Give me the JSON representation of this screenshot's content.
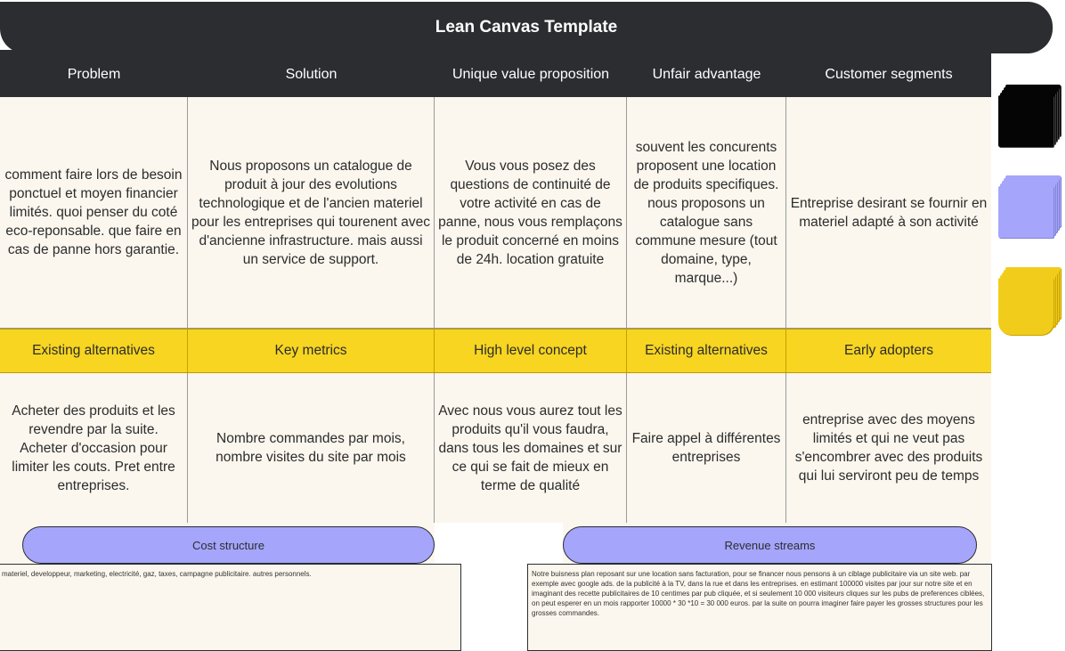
{
  "title": "Lean Canvas Template",
  "headers": [
    "Problem",
    "Solution",
    "Unique value proposition",
    "Unfair advantage",
    "Customer segments"
  ],
  "row1": [
    "comment faire lors de besoin ponctuel et moyen financier limités. quoi penser du coté eco-reponsable. que faire en cas de panne hors garantie.",
    "Nous proposons un catalogue de produit à jour des evolutions technologique et de l'ancien materiel pour les entreprises qui tourenent avec d'ancienne infrastructure. mais aussi un service de support.",
    "Vous vous posez des questions de continuité de votre activité en cas de panne, nous vous remplaçons le produit concerné en moins de 24h. location gratuite",
    "souvent les concurents proposent une location de produits specifiques. nous proposons un catalogue sans commune mesure (tout domaine, type, marque...)",
    "Entreprise desirant se fournir en materiel adapté à son activité"
  ],
  "subheaders": [
    "Existing alternatives",
    "Key metrics",
    "High level concept",
    "Existing alternatives",
    "Early adopters"
  ],
  "row2": [
    "Acheter des produits et les revendre par la suite. Acheter d'occasion pour limiter les couts. Pret entre entreprises.",
    "Nombre commandes par mois, nombre visites du site par mois",
    "Avec nous vous aurez tout les produits qu'il vous faudra, dans tous les domaines et sur ce qui se fait de mieux en terme de qualité",
    "Faire appel à différentes entreprises",
    "entreprise avec des moyens limités et qui ne veut pas s'encombrer avec des produits qui lui serviront peu de temps"
  ],
  "cost": {
    "label": "Cost structure",
    "text": "materiel, developpeur, marketing, electricité, gaz, taxes, campagne publicitaire. autres personnels."
  },
  "revenue": {
    "label": "Revenue streams",
    "text": "Notre buisness plan reposant sur une location sans facturation, pour se financer nous pensons à un ciblage publicitaire via un site web. par exemple avec google ads. de la publicité à la TV, dans la rue et dans les entreprises. en estimant 100000 visites par jour sur notre site et en imaginant des recette publicitaires de 10 centimes par pub cliquée, et si seulement 10 000 visiteurs cliques sur les pubs de preferences ciblées, on peut esperer en un mois rapporter 10000 * 30 *10 = 30 000 euros. par la suite on pourra imaginer faire payer les grosses structures pour les grosses commandes."
  },
  "sticky_notes": [
    {
      "name": "black-sticky-note-stack",
      "color": "#050505"
    },
    {
      "name": "purple-sticky-note-stack",
      "color": "#a4a5fb"
    },
    {
      "name": "yellow-sticky-note-stack",
      "color": "#f2cc1b"
    }
  ]
}
